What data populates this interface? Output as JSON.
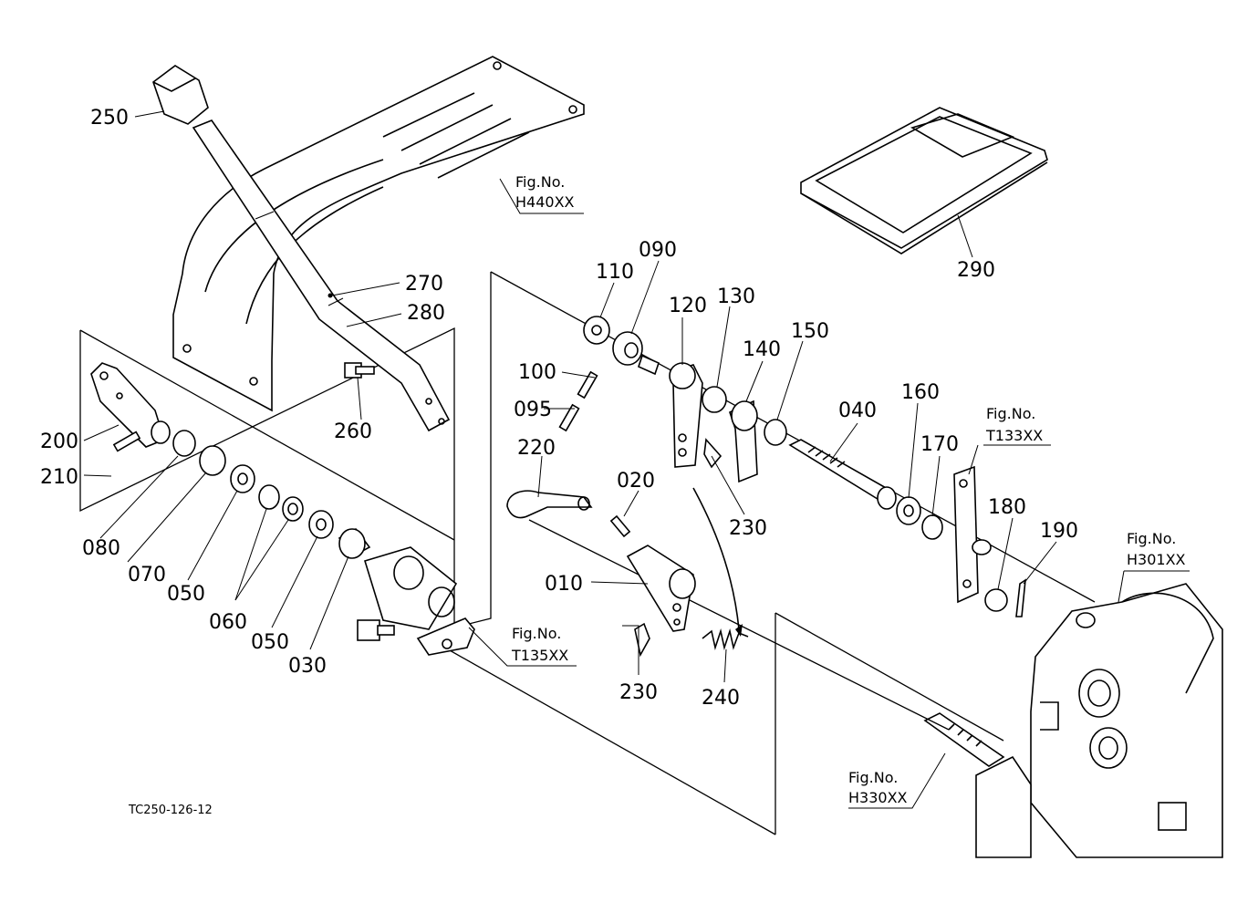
{
  "part_labels": {
    "p250": "250",
    "p270": "270",
    "p280": "280",
    "p260": "260",
    "p200": "200",
    "p210": "210",
    "p080": "080",
    "p070": "070",
    "p050a": "050",
    "p060": "060",
    "p050b": "050",
    "p030": "030",
    "p110": "110",
    "p090": "090",
    "p120": "120",
    "p130": "130",
    "p140": "140",
    "p150": "150",
    "p100": "100",
    "p095": "095",
    "p220": "220",
    "p020": "020",
    "p010": "010",
    "p230a": "230",
    "p230b": "230",
    "p240": "240",
    "p040": "040",
    "p160": "160",
    "p170": "170",
    "p180": "180",
    "p190": "190",
    "p290": "290"
  },
  "figure_refs": {
    "h440": {
      "line1": "Fig.No.",
      "line2": "H440XX"
    },
    "t135": {
      "line1": "Fig.No.",
      "line2": "T135XX"
    },
    "t133": {
      "line1": "Fig.No.",
      "line2": "T133XX"
    },
    "h301": {
      "line1": "Fig.No.",
      "line2": "H301XX"
    },
    "h330": {
      "line1": "Fig.No.",
      "line2": "H330XX"
    }
  },
  "drawing_code": "TC250-126-12"
}
